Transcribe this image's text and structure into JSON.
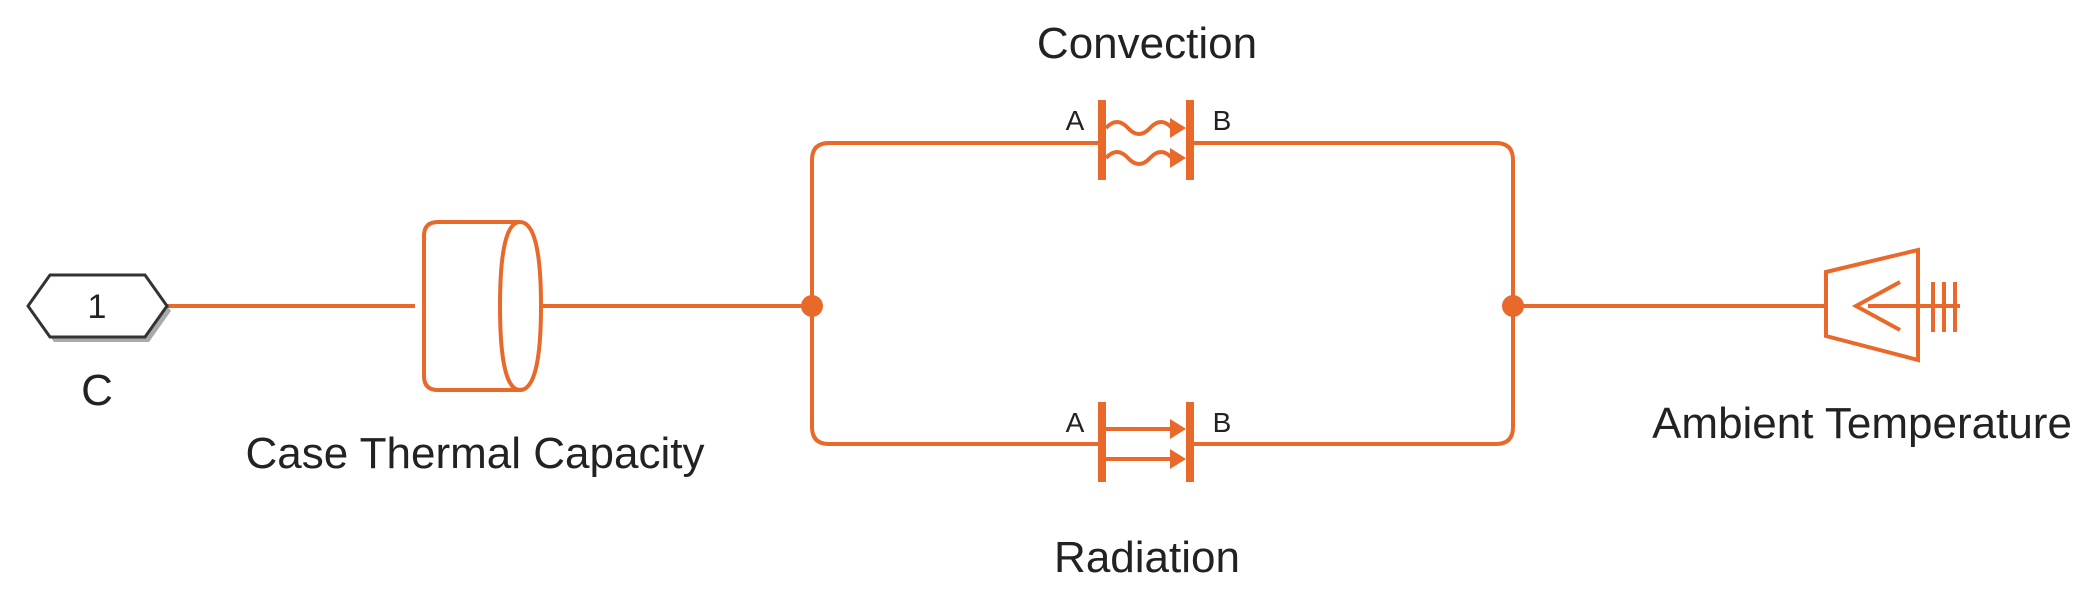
{
  "colors": {
    "wire": "#e8692a",
    "port_outline": "#333333",
    "text": "#222222"
  },
  "port": {
    "number": "1",
    "name": "C"
  },
  "blocks": {
    "thermal_mass": {
      "label": "Case Thermal Capacity"
    },
    "convection": {
      "label": "Convection",
      "port_a": "A",
      "port_b": "B"
    },
    "radiation": {
      "label": "Radiation",
      "port_a": "A",
      "port_b": "B"
    },
    "ambient": {
      "label": "Ambient Temperature"
    }
  }
}
